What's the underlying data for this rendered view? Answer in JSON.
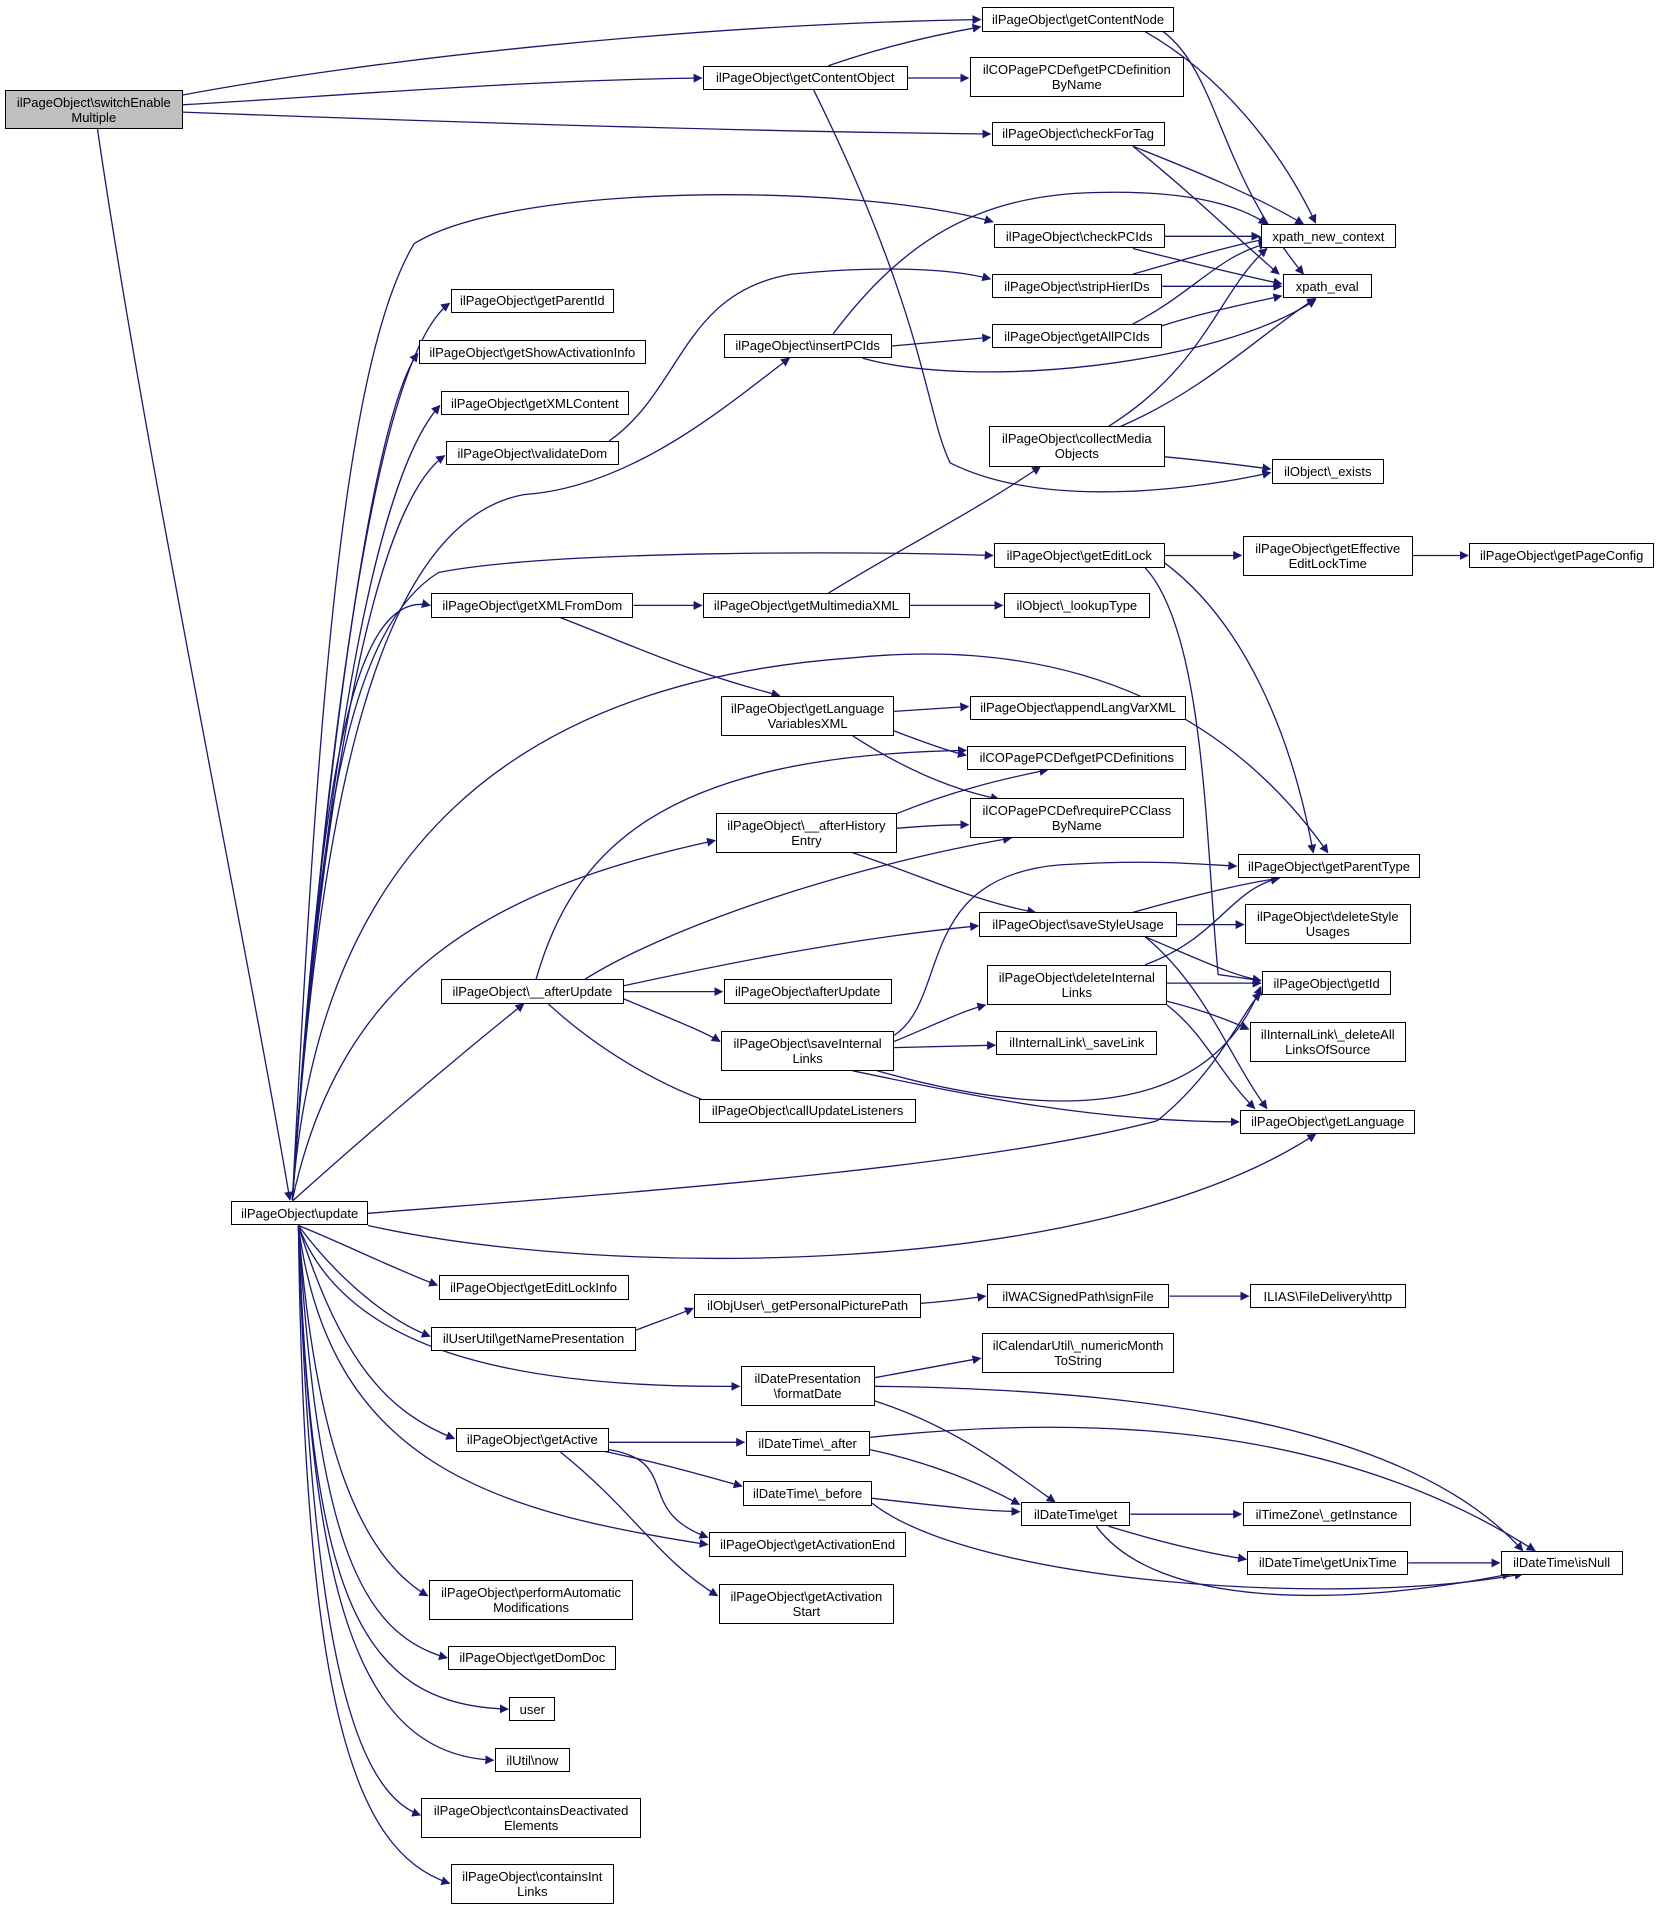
{
  "graph": {
    "edge_color": "#191970",
    "root_fill": "#bfbfbf",
    "nodes": [
      {
        "id": "root",
        "label": "ilPageObject\\switchEnable\nMultiple",
        "root": true
      },
      {
        "id": "getContentNode",
        "label": "ilPageObject\\getContentNode"
      },
      {
        "id": "getContentObject",
        "label": "ilPageObject\\getContentObject"
      },
      {
        "id": "getPCDefinitionByName",
        "label": "ilCOPagePCDef\\getPCDefinition\nByName"
      },
      {
        "id": "checkForTag",
        "label": "ilPageObject\\checkForTag"
      },
      {
        "id": "checkPCIds",
        "label": "ilPageObject\\checkPCIds"
      },
      {
        "id": "xpath_new_context",
        "label": "xpath_new_context"
      },
      {
        "id": "stripHierIDs",
        "label": "ilPageObject\\stripHierIDs"
      },
      {
        "id": "xpath_eval",
        "label": "xpath_eval"
      },
      {
        "id": "getParentId",
        "label": "ilPageObject\\getParentId"
      },
      {
        "id": "getShowActivationInfo",
        "label": "ilPageObject\\getShowActivationInfo"
      },
      {
        "id": "insertPCIds",
        "label": "ilPageObject\\insertPCIds"
      },
      {
        "id": "getAllPCIds",
        "label": "ilPageObject\\getAllPCIds"
      },
      {
        "id": "getXMLContent",
        "label": "ilPageObject\\getXMLContent"
      },
      {
        "id": "validateDom",
        "label": "ilPageObject\\validateDom"
      },
      {
        "id": "collectMediaObjects",
        "label": "ilPageObject\\collectMedia\nObjects"
      },
      {
        "id": "exists",
        "label": "ilObject\\_exists"
      },
      {
        "id": "getEditLock",
        "label": "ilPageObject\\getEditLock"
      },
      {
        "id": "getEffectiveEditLockTime",
        "label": "ilPageObject\\getEffective\nEditLockTime"
      },
      {
        "id": "getPageConfig",
        "label": "ilPageObject\\getPageConfig"
      },
      {
        "id": "getXMLFromDom",
        "label": "ilPageObject\\getXMLFromDom"
      },
      {
        "id": "getMultimediaXML",
        "label": "ilPageObject\\getMultimediaXML"
      },
      {
        "id": "lookupType",
        "label": "ilObject\\_lookupType"
      },
      {
        "id": "getLanguageVariablesXML",
        "label": "ilPageObject\\getLanguage\nVariablesXML"
      },
      {
        "id": "appendLangVarXML",
        "label": "ilPageObject\\appendLangVarXML"
      },
      {
        "id": "getPCDefinitions",
        "label": "ilCOPagePCDef\\getPCDefinitions"
      },
      {
        "id": "afterHistoryEntry",
        "label": "ilPageObject\\__afterHistory\nEntry"
      },
      {
        "id": "requirePCClassByName",
        "label": "ilCOPagePCDef\\requirePCClass\nByName"
      },
      {
        "id": "getParentType",
        "label": "ilPageObject\\getParentType"
      },
      {
        "id": "saveStyleUsage",
        "label": "ilPageObject\\saveStyleUsage"
      },
      {
        "id": "deleteStyleUsages",
        "label": "ilPageObject\\deleteStyle\nUsages"
      },
      {
        "id": "deleteInternalLinks",
        "label": "ilPageObject\\deleteInternal\nLinks"
      },
      {
        "id": "__afterUpdate",
        "label": "ilPageObject\\__afterUpdate"
      },
      {
        "id": "afterUpdate",
        "label": "ilPageObject\\afterUpdate"
      },
      {
        "id": "getId",
        "label": "ilPageObject\\getId"
      },
      {
        "id": "saveInternalLinks",
        "label": "ilPageObject\\saveInternal\nLinks"
      },
      {
        "id": "saveLink",
        "label": "ilInternalLink\\_saveLink"
      },
      {
        "id": "deleteAllLinksOfSource",
        "label": "ilInternalLink\\_deleteAll\nLinksOfSource"
      },
      {
        "id": "callUpdateListeners",
        "label": "ilPageObject\\callUpdateListeners"
      },
      {
        "id": "getLanguage",
        "label": "ilPageObject\\getLanguage"
      },
      {
        "id": "update",
        "label": "ilPageObject\\update"
      },
      {
        "id": "getEditLockInfo",
        "label": "ilPageObject\\getEditLockInfo"
      },
      {
        "id": "getPersonalPicturePath",
        "label": "ilObjUser\\_getPersonalPicturePath"
      },
      {
        "id": "signFile",
        "label": "ilWACSignedPath\\signFile"
      },
      {
        "id": "http",
        "label": "ILIAS\\FileDelivery\\http"
      },
      {
        "id": "getNamePresentation",
        "label": "ilUserUtil\\getNamePresentation"
      },
      {
        "id": "numericMonthToString",
        "label": "ilCalendarUtil\\_numericMonth\nToString"
      },
      {
        "id": "formatDate",
        "label": "ilDatePresentation\n\\formatDate"
      },
      {
        "id": "getActive",
        "label": "ilPageObject\\getActive"
      },
      {
        "id": "after",
        "label": "ilDateTime\\_after"
      },
      {
        "id": "before",
        "label": "ilDateTime\\_before"
      },
      {
        "id": "dtget",
        "label": "ilDateTime\\get"
      },
      {
        "id": "getInstance",
        "label": "ilTimeZone\\_getInstance"
      },
      {
        "id": "getActivationEnd",
        "label": "ilPageObject\\getActivationEnd"
      },
      {
        "id": "getUnixTime",
        "label": "ilDateTime\\getUnixTime"
      },
      {
        "id": "isNull",
        "label": "ilDateTime\\isNull"
      },
      {
        "id": "performAutomaticModifications",
        "label": "ilPageObject\\performAutomatic\nModifications"
      },
      {
        "id": "getActivationStart",
        "label": "ilPageObject\\getActivation\nStart"
      },
      {
        "id": "getDomDoc",
        "label": "ilPageObject\\getDomDoc"
      },
      {
        "id": "user",
        "label": "user"
      },
      {
        "id": "now",
        "label": "ilUtil\\now"
      },
      {
        "id": "containsDeactivatedElements",
        "label": "ilPageObject\\containsDeactivated\nElements"
      },
      {
        "id": "containsIntLinks",
        "label": "ilPageObject\\containsInt\nLinks"
      }
    ]
  }
}
